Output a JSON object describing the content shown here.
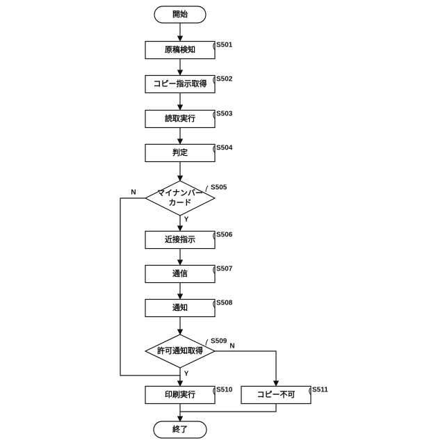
{
  "nodes": [
    {
      "id": "start",
      "shape": "terminal",
      "label": "開始",
      "step": ""
    },
    {
      "id": "s501",
      "shape": "process",
      "label": "原稿検知",
      "step": "S501"
    },
    {
      "id": "s502",
      "shape": "process",
      "label": "コピー指示取得",
      "step": "S502"
    },
    {
      "id": "s503",
      "shape": "process",
      "label": "読取実行",
      "step": "S503"
    },
    {
      "id": "s504",
      "shape": "process",
      "label": "判定",
      "step": "S504"
    },
    {
      "id": "s505",
      "shape": "decision",
      "label": "マイナンバー\nカード",
      "step": "S505"
    },
    {
      "id": "s506",
      "shape": "process",
      "label": "近接指示",
      "step": "S506"
    },
    {
      "id": "s507",
      "shape": "process",
      "label": "通信",
      "step": "S507"
    },
    {
      "id": "s508",
      "shape": "process",
      "label": "通知",
      "step": "S508"
    },
    {
      "id": "s509",
      "shape": "decision",
      "label": "許可通知取得",
      "step": "S509"
    },
    {
      "id": "s510",
      "shape": "process",
      "label": "印刷実行",
      "step": "S510"
    },
    {
      "id": "s511",
      "shape": "process",
      "label": "コピー不可",
      "step": "S511"
    },
    {
      "id": "end",
      "shape": "terminal",
      "label": "終了",
      "step": ""
    }
  ],
  "edges": [
    {
      "from": "start",
      "to": "s501",
      "label": ""
    },
    {
      "from": "s501",
      "to": "s502",
      "label": ""
    },
    {
      "from": "s502",
      "to": "s503",
      "label": ""
    },
    {
      "from": "s503",
      "to": "s504",
      "label": ""
    },
    {
      "from": "s504",
      "to": "s505",
      "label": ""
    },
    {
      "from": "s505",
      "to": "s506",
      "label": "Y"
    },
    {
      "from": "s505",
      "to": "s510",
      "label": "N"
    },
    {
      "from": "s506",
      "to": "s507",
      "label": ""
    },
    {
      "from": "s507",
      "to": "s508",
      "label": ""
    },
    {
      "from": "s508",
      "to": "s509",
      "label": ""
    },
    {
      "from": "s509",
      "to": "s510",
      "label": "Y"
    },
    {
      "from": "s509",
      "to": "s511",
      "label": "N"
    },
    {
      "from": "s510",
      "to": "end",
      "label": ""
    },
    {
      "from": "s511",
      "to": "end",
      "label": ""
    }
  ],
  "colors": {
    "stroke": "#111111",
    "fill": "#ffffff",
    "text": "#111111"
  }
}
